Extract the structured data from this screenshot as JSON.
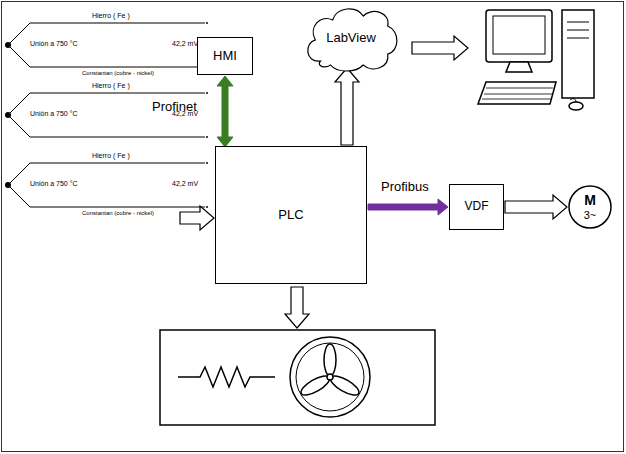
{
  "diagram": {
    "nodes": [
      {
        "text": [
          "HMI"
        ]
      },
      {
        "text": [
          "LabView"
        ]
      },
      {
        "text": [
          "PLC"
        ]
      },
      {
        "text": [
          "VDF"
        ]
      },
      {
        "text": [
          "M",
          "3~"
        ]
      }
    ],
    "edges": [
      {
        "from": 0,
        "to": 2,
        "arrow": "both",
        "label": "Profinet"
      },
      {
        "from": 2,
        "to": 1,
        "arrow": "to"
      },
      {
        "from": 2,
        "to": 3,
        "arrow": "to",
        "label": "Profibus"
      },
      {
        "from": 3,
        "to": 4,
        "arrow": "to"
      }
    ],
    "labels": [
      "Hierro ( Fe )",
      "Unión a 750 °C",
      "42,2 mV",
      "Constantan (cobre - nickel)",
      "Hierro ( Fe )",
      "Unión a 750 °C",
      "42,2 mV",
      "Hierro ( Fe )",
      "Unión a 750 °C",
      "42,2 mV",
      "Constantan (cobre - nickel)"
    ]
  }
}
